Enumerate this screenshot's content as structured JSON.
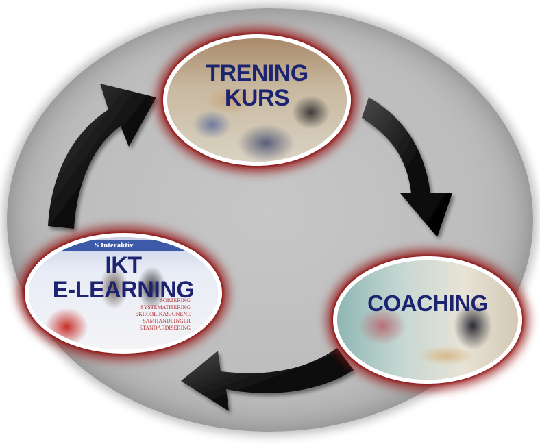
{
  "nodes": {
    "trening": {
      "line1": "TRENING",
      "line2": "KURS"
    },
    "coaching": {
      "line1": "COACHING"
    },
    "ikt": {
      "line1": "IKT",
      "line2": "E-LEARNING",
      "banner": "S Interaktiv",
      "menu": [
        "SORTERING",
        "SYSTEMATISERING",
        "SKROBLIKASJONENE",
        "SAMHANDLINGER",
        "STANDARDISERING"
      ]
    }
  },
  "colors": {
    "label": "#1c2471",
    "glow": "#961414",
    "arrow": "#111111",
    "background": "#bdbdbd"
  },
  "icons": {
    "arrows": [
      "curved-arrow-icon",
      "curved-arrow-icon",
      "curved-arrow-icon"
    ]
  }
}
